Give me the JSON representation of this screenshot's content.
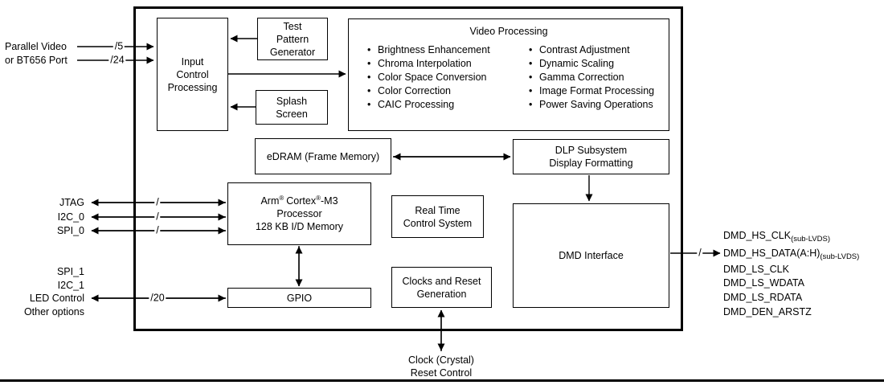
{
  "left_labels": {
    "video_input": [
      "Parallel Video",
      "or BT656 Port"
    ],
    "control_ports": [
      "JTAG",
      "I2C_0",
      "SPI_0"
    ],
    "gpio_ports": [
      "SPI_1",
      "I2C_1",
      "LED Control",
      "Other options"
    ]
  },
  "bus_labels": {
    "video1": "/5",
    "video2": "/24",
    "jtag": "/",
    "i2c0": "/",
    "spi0": "/",
    "gpio": "/20",
    "dmd": "/"
  },
  "blocks": {
    "input_control": {
      "lines": [
        "Input",
        "Control",
        "Processing"
      ]
    },
    "test_pattern": {
      "lines": [
        "Test",
        "Pattern",
        "Generator"
      ]
    },
    "splash": {
      "lines": [
        "Splash",
        "Screen"
      ]
    },
    "video_processing": {
      "title": "Video Processing",
      "col1": [
        "Brightness Enhancement",
        "Chroma Interpolation",
        "Color Space Conversion",
        "Color Correction",
        "CAIC Processing"
      ],
      "col2": [
        "Contrast Adjustment",
        "Dynamic Scaling",
        "Gamma Correction",
        "Image Format Processing",
        "Power Saving Operations"
      ]
    },
    "edram": {
      "label": "eDRAM (Frame Memory)"
    },
    "dlp_subsystem": {
      "lines": [
        "DLP Subsystem",
        "Display Formatting"
      ]
    },
    "processor": {
      "name_p1": "Arm",
      "name_p2": "Cortex",
      "name_p3": "-M3",
      "reg_mark": "®",
      "line2": "Processor",
      "line3": "128 KB I/D Memory"
    },
    "rtcs": {
      "lines": [
        "Real Time",
        "Control System"
      ]
    },
    "clocks": {
      "lines": [
        "Clocks and Reset",
        "Generation"
      ]
    },
    "dmd_interface": {
      "label": "DMD Interface"
    },
    "gpio": {
      "label": "GPIO"
    }
  },
  "outputs": {
    "dmd_signals": [
      {
        "main": "DMD_HS_CLK",
        "sub": "(sub-LVDS)"
      },
      {
        "main": "DMD_HS_DATA(A:H)",
        "sub": "(sub-LVDS)"
      },
      {
        "main": "DMD_LS_CLK"
      },
      {
        "main": "DMD_LS_WDATA"
      },
      {
        "main": "DMD_LS_RDATA"
      },
      {
        "main": "DMD_DEN_ARSTZ"
      }
    ]
  },
  "bottom_labels": {
    "clock": "Clock (Crystal)",
    "reset": "Reset Control"
  },
  "colors": {
    "line": "#000000",
    "background": "#ffffff"
  }
}
